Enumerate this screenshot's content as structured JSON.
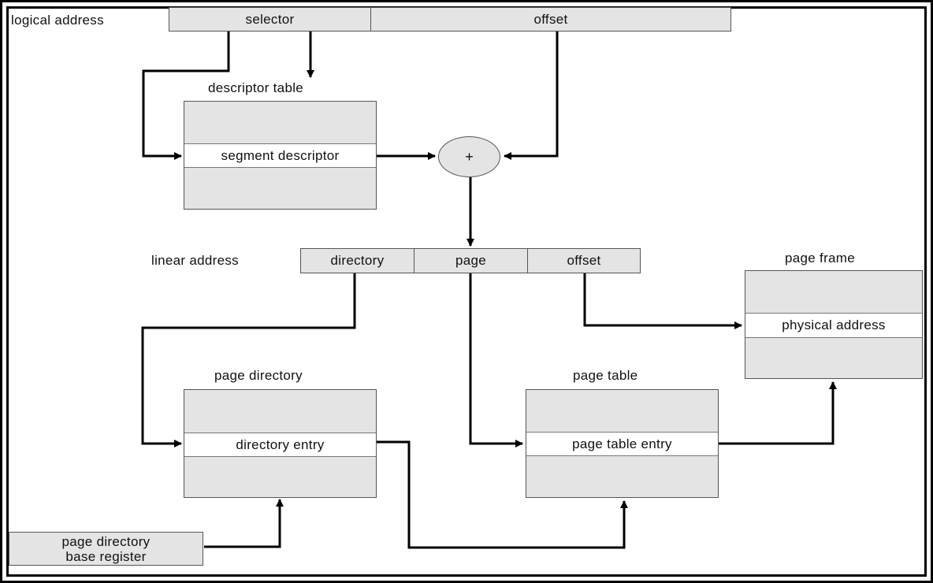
{
  "logical_address": {
    "label": "logical address",
    "selector": "selector",
    "offset": "offset"
  },
  "descriptor_table": {
    "title": "descriptor table",
    "entry": "segment descriptor"
  },
  "adder": {
    "symbol": "+"
  },
  "linear_address": {
    "label": "linear address",
    "directory": "directory",
    "page": "page",
    "offset": "offset"
  },
  "page_frame": {
    "title": "page frame",
    "entry": "physical address"
  },
  "page_directory": {
    "title": "page directory",
    "entry": "directory entry"
  },
  "page_table": {
    "title": "page table",
    "entry": "page table entry"
  },
  "base_register": {
    "line1": "page directory",
    "line2": "base register"
  },
  "colors": {
    "box_fill": "#e4e4e4",
    "entry_fill": "#ffffff",
    "line": "#000000"
  }
}
